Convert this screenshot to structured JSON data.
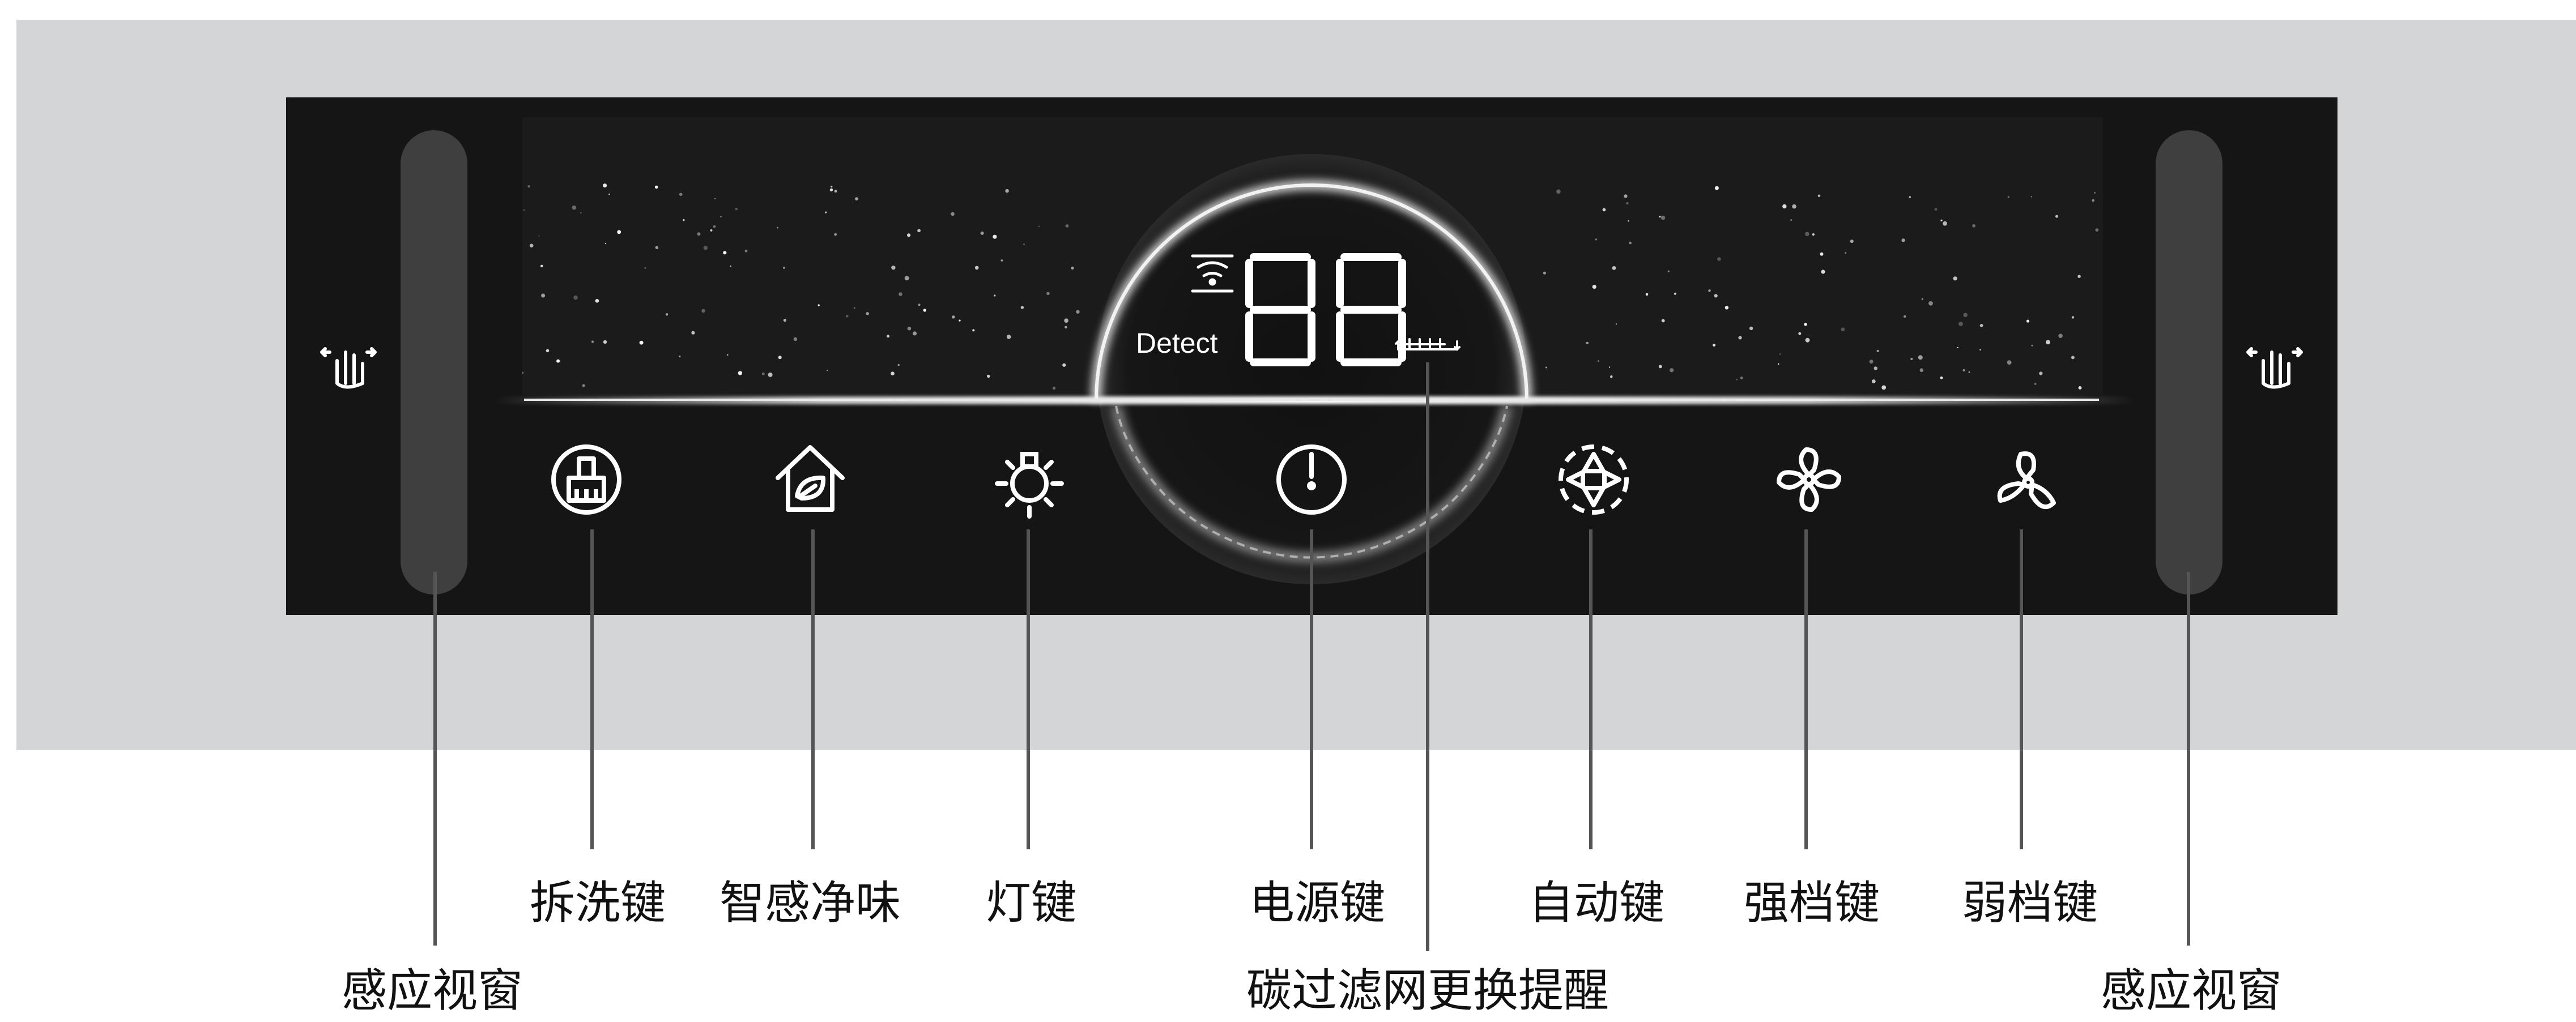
{
  "display": {
    "detect_text": "Detect",
    "digits": "88"
  },
  "buttons": [
    {
      "id": "disassemble-clean-key",
      "icon": "brush-in-circle-icon"
    },
    {
      "id": "smart-odor-key",
      "icon": "house-leaf-icon"
    },
    {
      "id": "light-key",
      "icon": "light-bulb-icon"
    },
    {
      "id": "power-key",
      "icon": "power-icon"
    },
    {
      "id": "auto-key",
      "icon": "auto-fan-icon"
    },
    {
      "id": "strong-key",
      "icon": "fan-strong-icon"
    },
    {
      "id": "weak-key",
      "icon": "fan-weak-icon"
    }
  ],
  "labels": {
    "left_sensor": "感应视窗",
    "disassemble_clean": "拆洗键",
    "smart_odor": "智感净味",
    "light": "灯键",
    "power": "电源键",
    "filter_reminder": "碳过滤网更换提醒",
    "auto": "自动键",
    "strong": "强档键",
    "weak": "弱档键",
    "right_sensor": "感应视窗"
  },
  "colors": {
    "panel": "#151515",
    "backdrop": "#d4d5d7",
    "glow": "#ffffff",
    "sensor": "#3f3f3f"
  }
}
